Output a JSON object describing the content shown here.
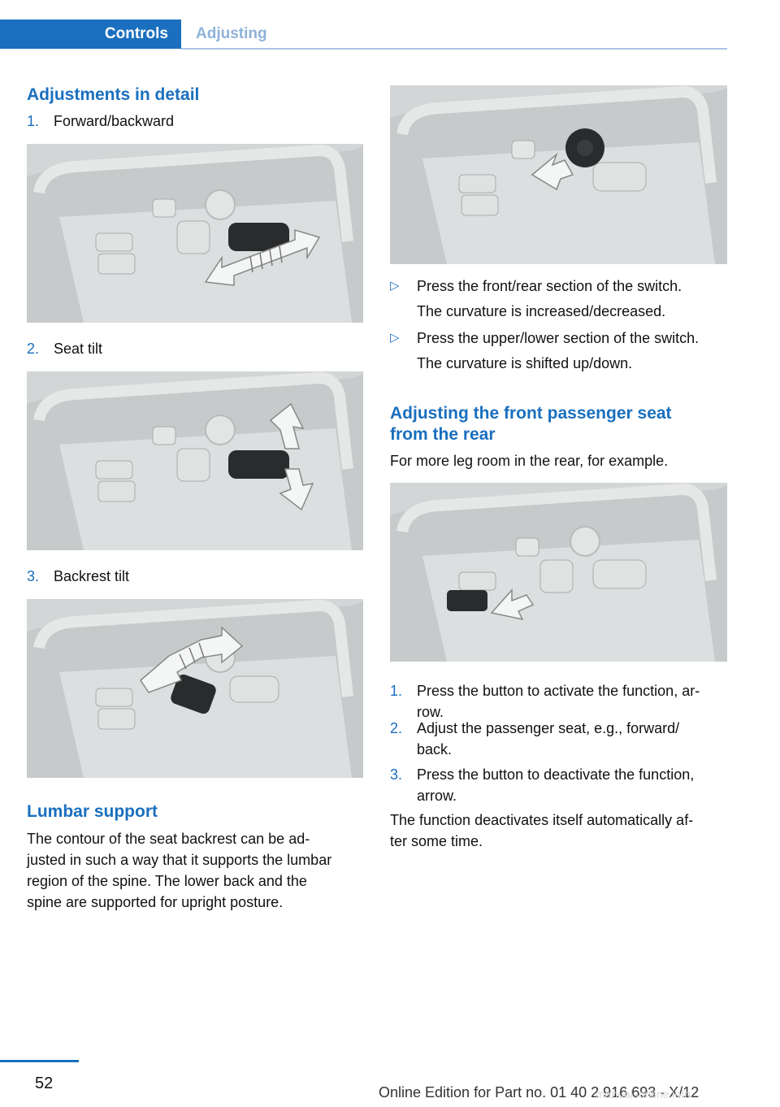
{
  "header": {
    "tab_active": "Controls",
    "tab_inactive": "Adjusting"
  },
  "left": {
    "title": "Adjustments in detail",
    "steps": [
      {
        "num": "1.",
        "label": "Forward/backward"
      },
      {
        "num": "2.",
        "label": "Seat tilt"
      },
      {
        "num": "3.",
        "label": "Backrest tilt"
      }
    ],
    "lumbar_title": "Lumbar support",
    "lumbar_text": [
      "The contour of the seat backrest can be ad‐",
      "justed in such a way that it supports the lumbar",
      "region of the spine. The lower back and the",
      "spine are supported for upright posture."
    ]
  },
  "right": {
    "bullets": [
      {
        "main": "Press the front/rear section of the switch.",
        "sub": "The curvature is increased/decreased."
      },
      {
        "main": "Press the upper/lower section of the switch.",
        "sub": "The curvature is shifted up/down."
      }
    ],
    "passenger_title_line1": "Adjusting the front passenger seat",
    "passenger_title_line2": "from the rear",
    "passenger_intro": "For more leg room in the rear, for example.",
    "steps": [
      {
        "num": "1.",
        "line1": "Press the button to activate the function, ar‐",
        "line2": "row."
      },
      {
        "num": "2.",
        "line1": "Adjust the passenger seat, e.g., forward/",
        "line2": "back."
      },
      {
        "num": "3.",
        "line1": "Press the button to deactivate the function,",
        "line2": "arrow."
      }
    ],
    "closing_line1": "The function deactivates itself automatically af‐",
    "closing_line2": "ter some time."
  },
  "footer": {
    "page_number": "52",
    "edition": "Online Edition for Part no. 01 40 2 916 693 - X/12",
    "watermark": "manualsonline.info"
  }
}
